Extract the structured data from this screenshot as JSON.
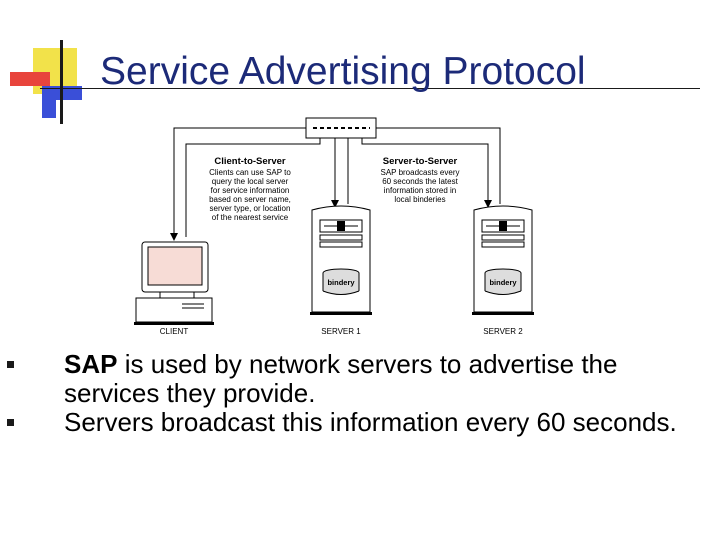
{
  "slide": {
    "title": "Service Advertising Protocol"
  },
  "diagram": {
    "client_to_server": {
      "heading": "Client-to-Server",
      "lines": [
        "Clients can use SAP to",
        "query the local server",
        "for service information",
        "based on server name,",
        "server type, or location",
        "of the nearest service"
      ]
    },
    "server_to_server": {
      "heading": "Server-to-Server",
      "lines": [
        "SAP broadcasts every",
        "60 seconds the latest",
        "information stored in",
        "local binderies"
      ]
    },
    "labels": {
      "client": "CLIENT",
      "server1": "SERVER 1",
      "server2": "SERVER 2",
      "bindery": "bindery"
    },
    "colors": {
      "screen": "#f7dcd6",
      "line": "#000000"
    }
  },
  "bullets": [
    {
      "strong": "SAP",
      "text": " is used by network servers to advertise the services they provide."
    },
    {
      "strong": "",
      "text": "Servers broadcast this information every 60 seconds."
    }
  ],
  "theme": {
    "title_color": "#1c2a78",
    "accent_yellow": "#f2e24a",
    "accent_red": "#e8443c",
    "accent_blue": "#3a4fd8"
  }
}
